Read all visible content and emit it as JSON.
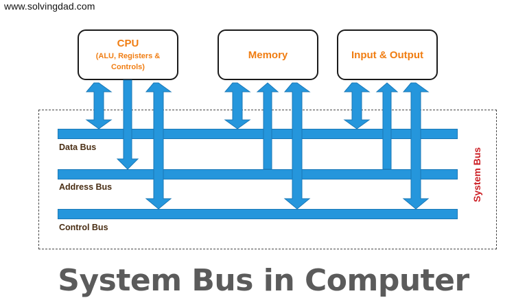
{
  "site_url": "www.solvingdad.com",
  "blocks": {
    "cpu": {
      "title": "CPU",
      "subtitle": "(ALU, Registers & Controls)"
    },
    "memory": {
      "title": "Memory"
    },
    "io": {
      "title": "Input & Output"
    }
  },
  "buses": {
    "data": "Data Bus",
    "address": "Address Bus",
    "control": "Control Bus"
  },
  "system_bus_label": "System Bus",
  "heading": "System Bus in Computer",
  "colors": {
    "bus_blue": "#2596dc",
    "block_text_orange": "#f07d12",
    "system_bus_red": "#cc1f25",
    "bus_label_brown": "#4a2e14",
    "heading_gray": "#5b5b5b"
  }
}
